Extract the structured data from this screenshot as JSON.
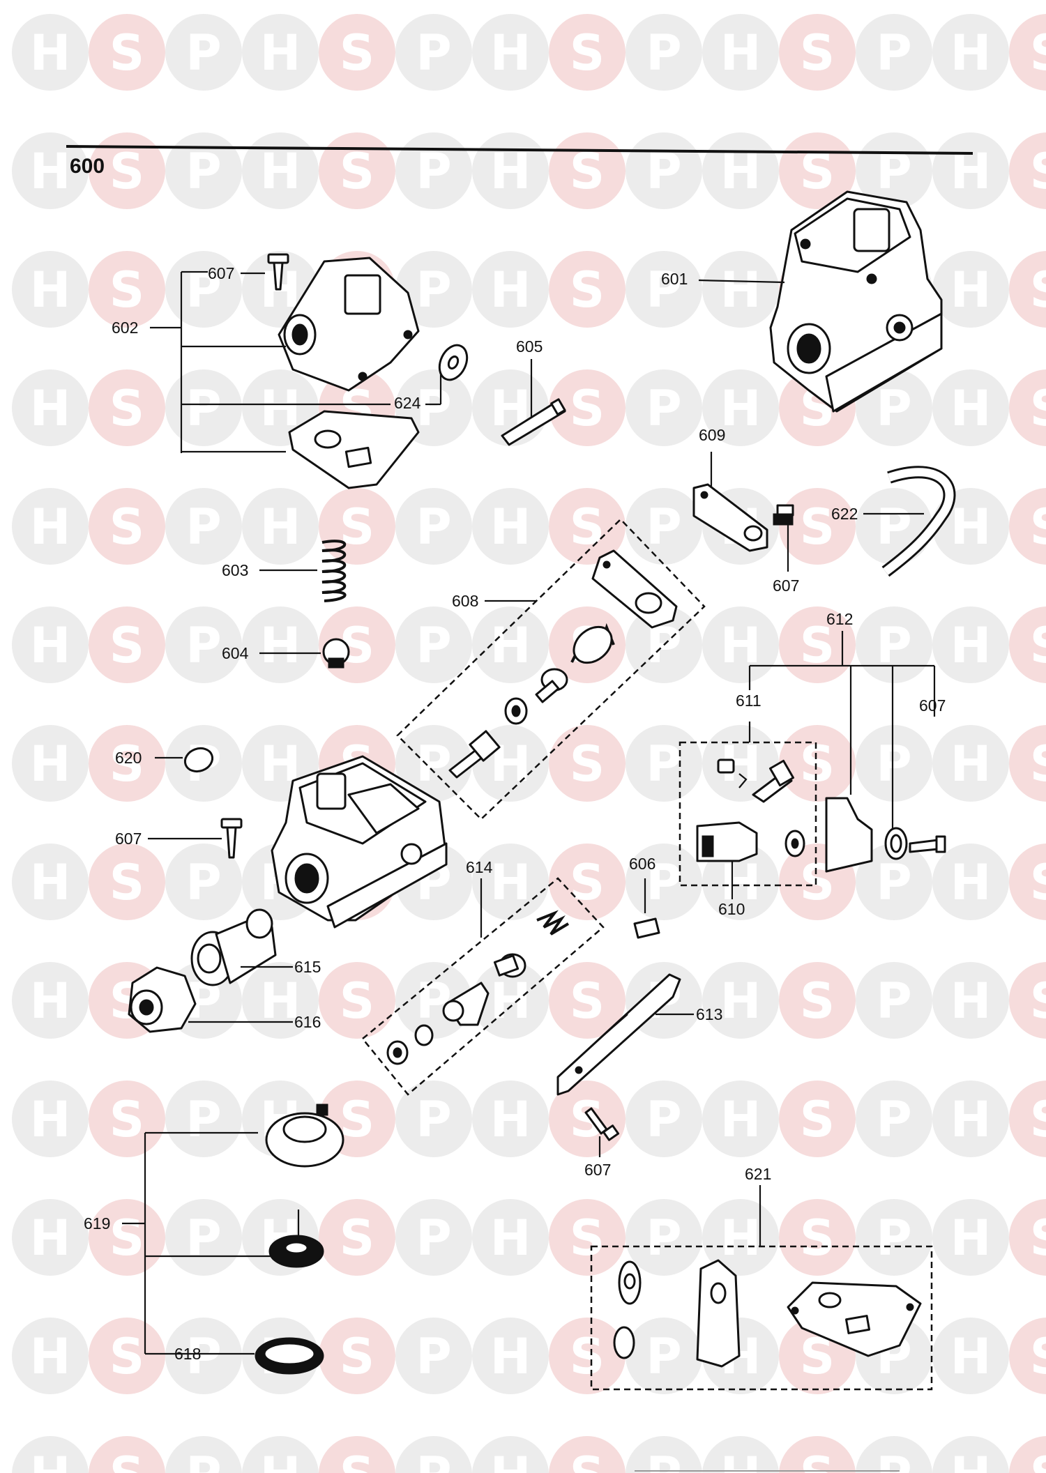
{
  "section_number": "600",
  "watermark": {
    "letters": [
      "H",
      "S",
      "P"
    ],
    "colors": [
      "#ececec",
      "#f6dcdc",
      "#ececec"
    ]
  },
  "labels": {
    "l601": "601",
    "l602": "602",
    "l603": "603",
    "l604": "604",
    "l605": "605",
    "l606": "606",
    "l607a": "607",
    "l607b": "607",
    "l607c": "607",
    "l607d": "607",
    "l607e": "607",
    "l608": "608",
    "l609": "609",
    "l610": "610",
    "l611": "611",
    "l612": "612",
    "l613": "613",
    "l614": "614",
    "l615": "615",
    "l616": "616",
    "l618": "618",
    "l619": "619",
    "l620": "620",
    "l621": "621",
    "l622": "622",
    "l624": "624"
  }
}
